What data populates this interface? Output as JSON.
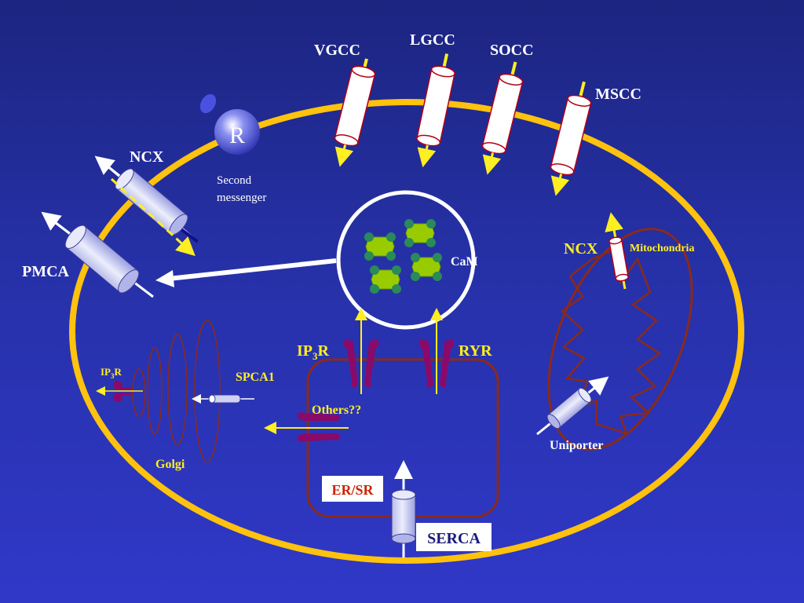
{
  "labels": {
    "vgcc": "VGCC",
    "lgcc": "LGCC",
    "socc": "SOCC",
    "mscc": "MSCC",
    "receptor": "R",
    "second_messenger_line1": "Second",
    "second_messenger_line2": "messenger",
    "ncx_membrane": "NCX",
    "pmca": "PMCA",
    "cam": "CaM",
    "ncx_mito": "NCX",
    "mitochondria": "Mitochondria",
    "ip3r_main": "IP",
    "ip3r_main_sub": "3",
    "ip3r_main_suffix": "R",
    "ryr": "RYR",
    "ip3r_golgi": "IP",
    "ip3r_golgi_sub": "3",
    "ip3r_golgi_suffix": "R",
    "spca1": "SPCA1",
    "others": "Others??",
    "golgi": "Golgi",
    "er_sr": "ER/SR",
    "serca": "SERCA",
    "uniporter": "Uniporter"
  },
  "colors": {
    "membrane": "#ffc20e",
    "arrow_yellow": "#ffee22",
    "channel_border": "#b0001a",
    "organelle_red": "#8a2a1a",
    "receptor_purple": "#8a0a6a",
    "cam_green": "#99cc00",
    "cam_dark_green": "#2a8a5a"
  }
}
